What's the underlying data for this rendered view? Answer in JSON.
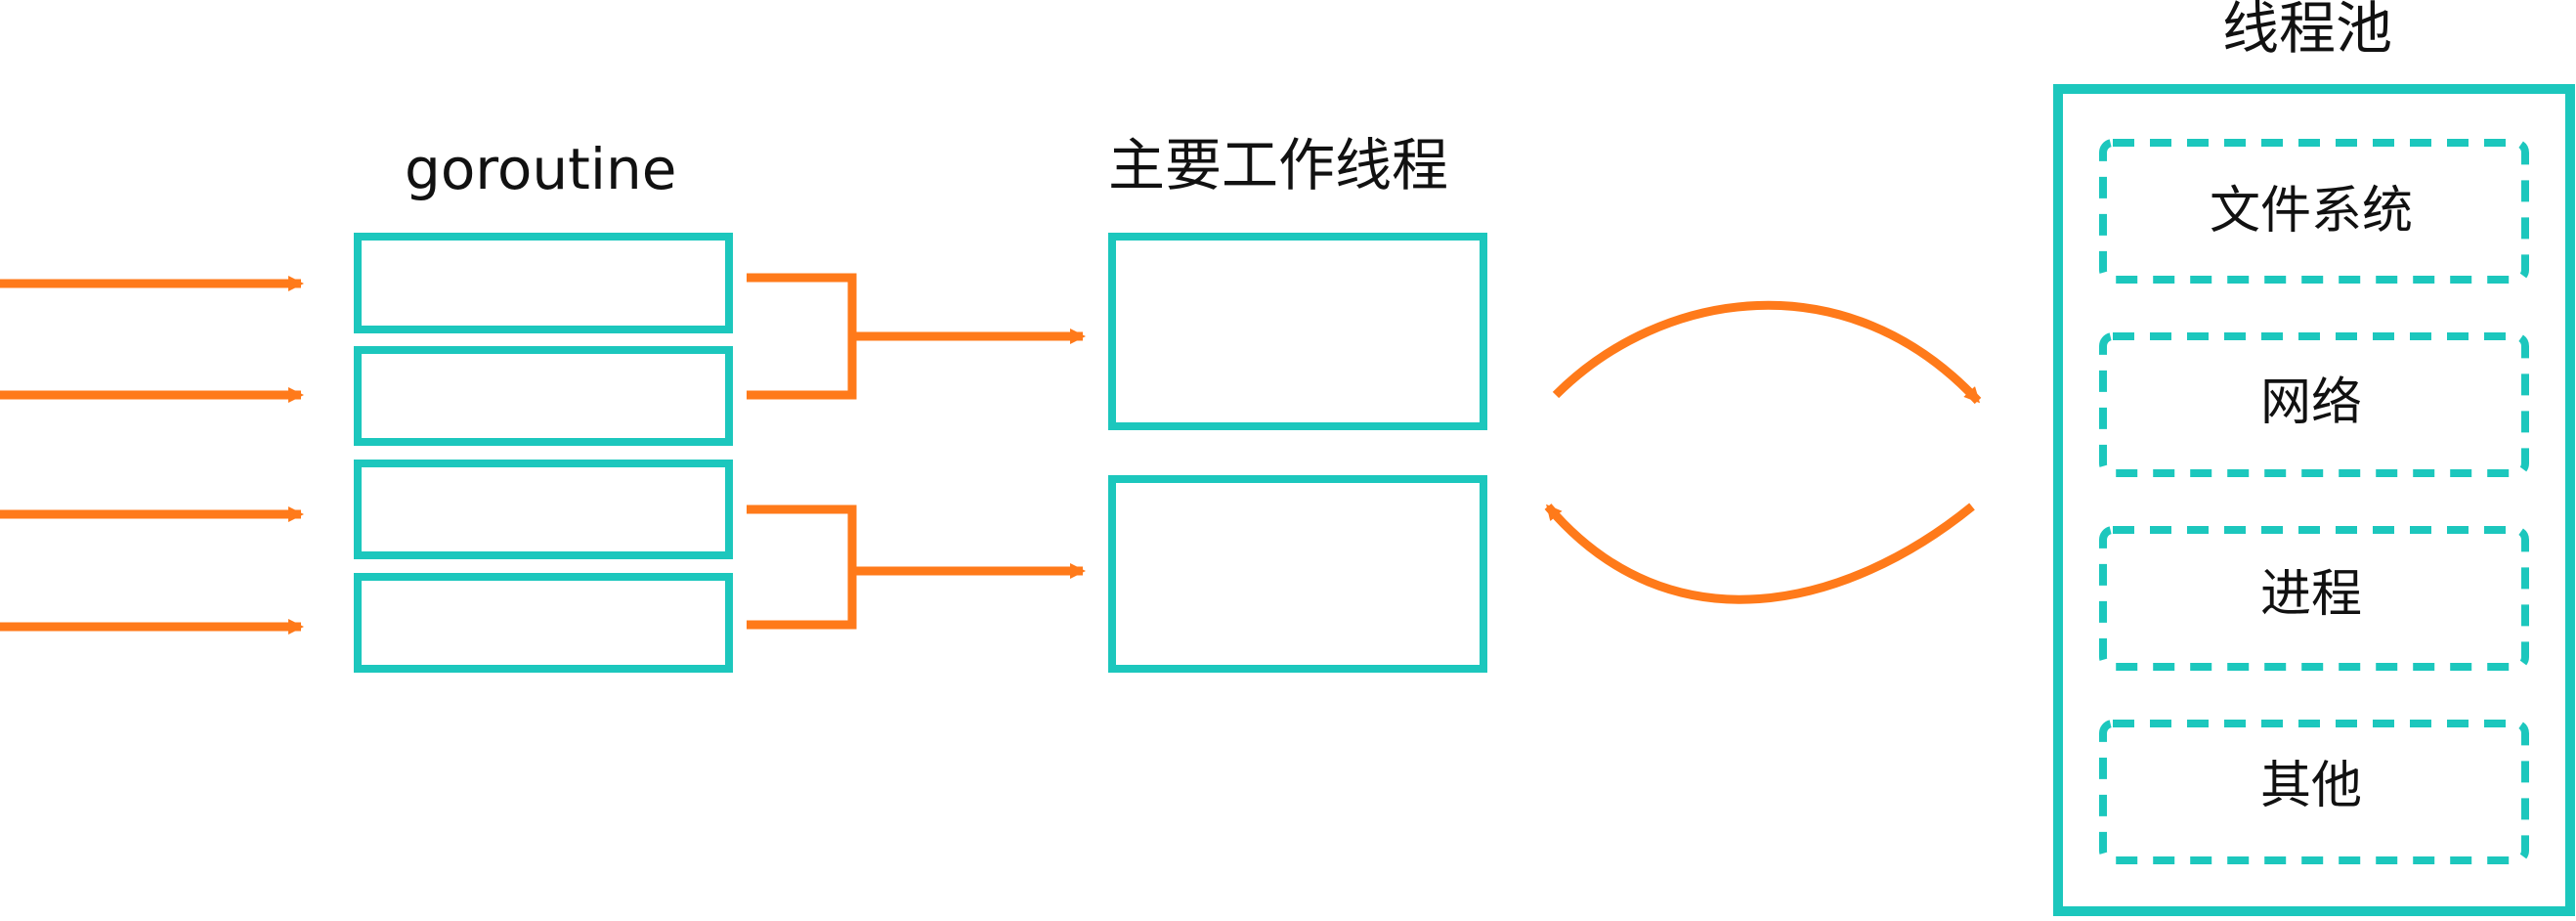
{
  "labels": {
    "goroutine": "goroutine",
    "main_worker_threads": "主要工作线程",
    "thread_pool": "线程池"
  },
  "thread_pool_items": [
    "文件系统",
    "网络",
    "进程",
    "其他"
  ],
  "colors": {
    "box_stroke": "#1cc7bd",
    "arrow": "#ff7a1a",
    "text": "#111111",
    "background": "#ffffff"
  }
}
